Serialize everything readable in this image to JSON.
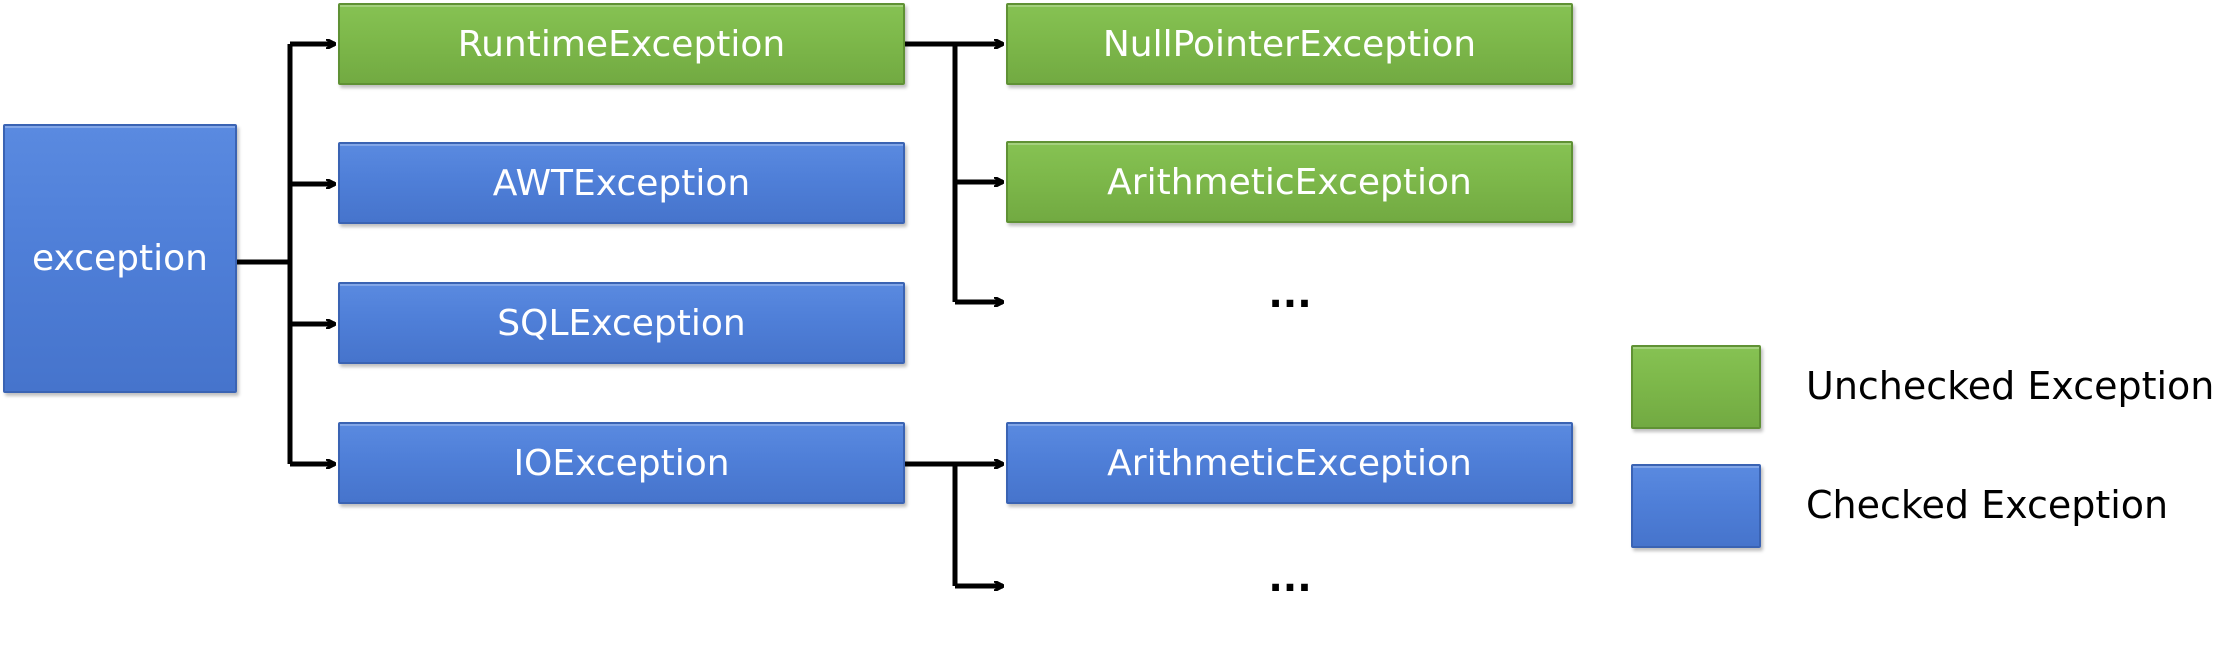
{
  "root": {
    "label": "exception"
  },
  "level1": {
    "runtime": {
      "label": "RuntimeException"
    },
    "awt": {
      "label": "AWTException"
    },
    "sql": {
      "label": "SQLException"
    },
    "io": {
      "label": "IOException"
    }
  },
  "level2": {
    "nullpointer": {
      "label": "NullPointerException"
    },
    "arithmetic_runtime": {
      "label": "ArithmeticException"
    },
    "runtime_more": {
      "label": "..."
    },
    "arithmetic_io": {
      "label": "ArithmeticException"
    },
    "io_more": {
      "label": "..."
    }
  },
  "legend": {
    "unchecked": {
      "label": "Unchecked Exception",
      "color": "#7db84a"
    },
    "checked": {
      "label": "Checked Exception",
      "color": "#4f7fd8"
    }
  }
}
